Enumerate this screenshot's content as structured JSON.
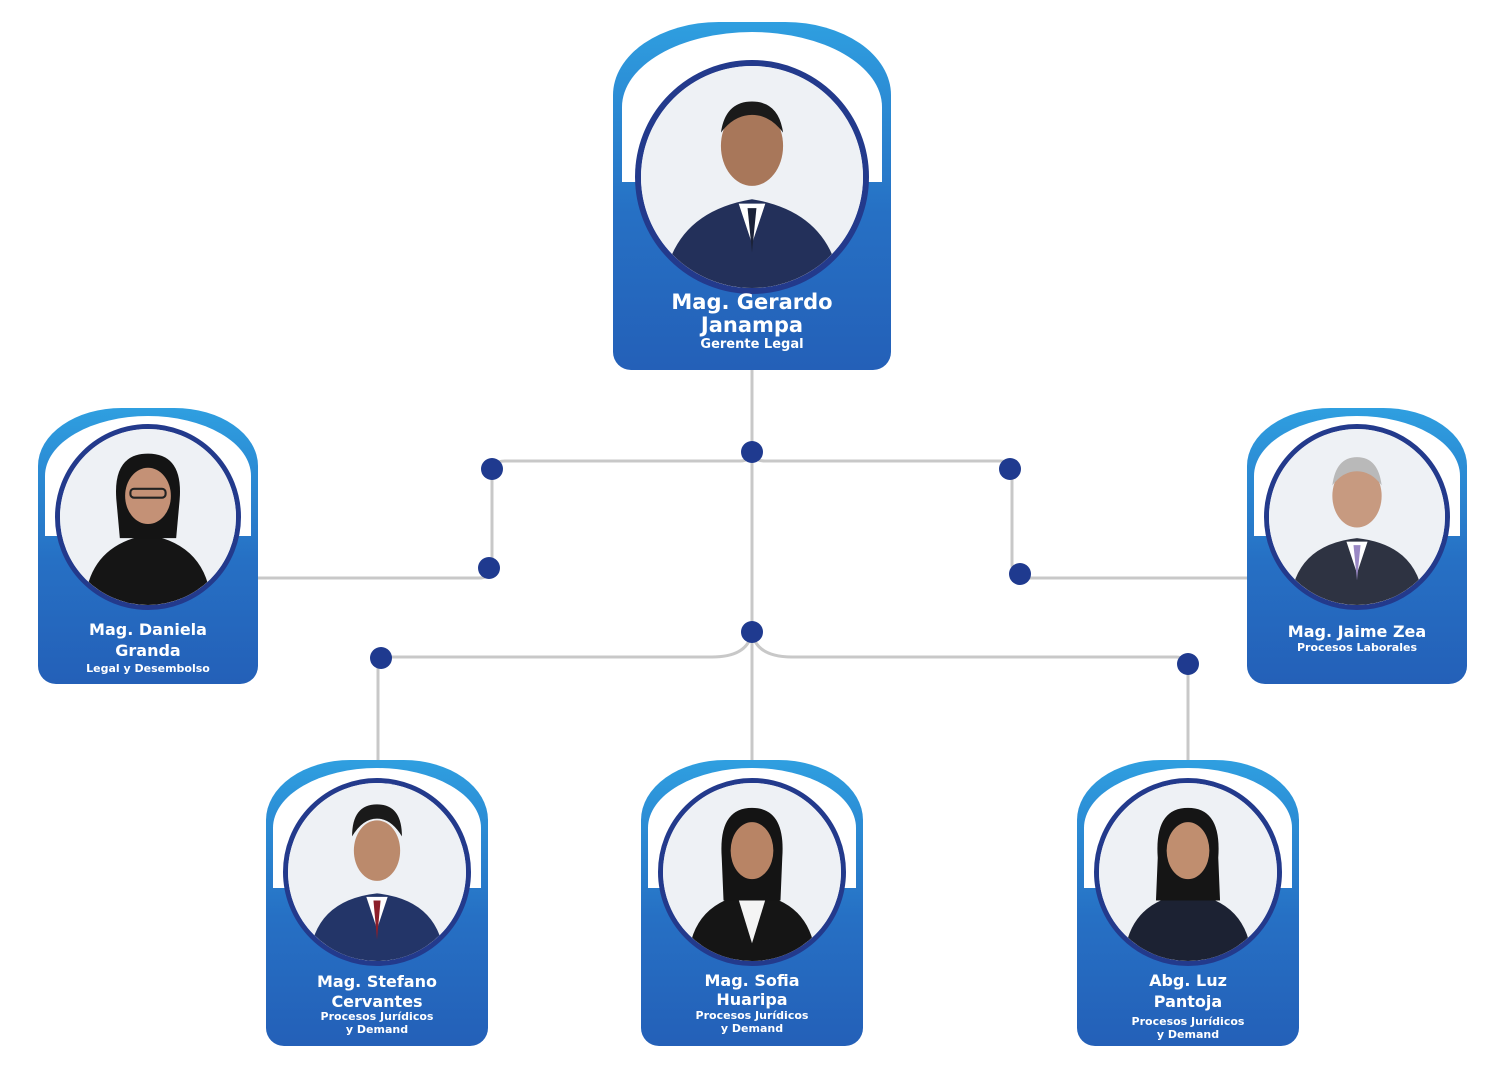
{
  "colors": {
    "card_top": "#2f9fe0",
    "card_bottom": "#2460b8",
    "ring": "#233a8c",
    "node": "#1f3a8f",
    "line": "#c8c8c8"
  },
  "people": {
    "gerardo": {
      "name_l1": "Mag. Gerardo",
      "name_l2": "Janampa",
      "role_l1": "Gerente Legal",
      "photo": "person-portrait-icon"
    },
    "daniela": {
      "name_l1": "Mag. Daniela",
      "name_l2": "Granda",
      "role_l1": "Legal y Desembolso",
      "photo": "person-portrait-icon"
    },
    "jaime": {
      "name_l1": "Mag. Jaime Zea",
      "role_l1": "Procesos Laborales",
      "photo": "person-portrait-icon"
    },
    "stefano": {
      "name_l1": "Mag. Stefano",
      "name_l2": "Cervantes",
      "role_l1": "Procesos Jurídicos",
      "role_l2": "y Demand",
      "photo": "person-portrait-icon"
    },
    "sofia": {
      "name_l1": "Mag. Sofia",
      "name_l2": "Huaripa",
      "role_l1": "Procesos Jurídicos",
      "role_l2": "y Demand",
      "photo": "person-portrait-icon"
    },
    "luz": {
      "name_l1": "Abg. Luz",
      "name_l2": "Pantoja",
      "role_l1": "Procesos Jurídicos",
      "role_l2": "y Demand",
      "photo": "person-portrait-icon"
    }
  }
}
